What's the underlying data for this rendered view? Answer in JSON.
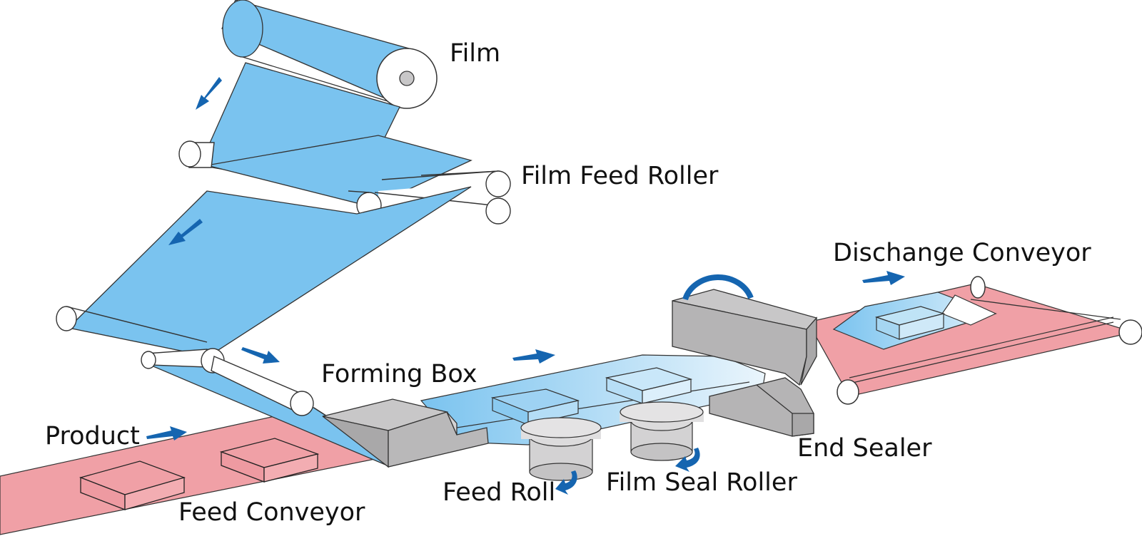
{
  "labels": {
    "film": "Film",
    "film_feed_roller": "Film Feed Roller",
    "dischange_conveyor": "Dischange Conveyor",
    "forming_box": "Forming Box",
    "product": "Product",
    "end_sealer": "End Sealer",
    "feed_roll": "Feed Roll",
    "film_seal_roller": "Film Seal Roller",
    "feed_conveyor": "Feed Conveyor"
  },
  "colors": {
    "film": "#7AC3EF",
    "film_dark": "#5AAEE0",
    "conveyor": "#F0A0A6",
    "machine": "#C8C7C8",
    "machine_dark": "#A9A8A9",
    "arrow": "#1565B0",
    "outline": "#333333"
  }
}
